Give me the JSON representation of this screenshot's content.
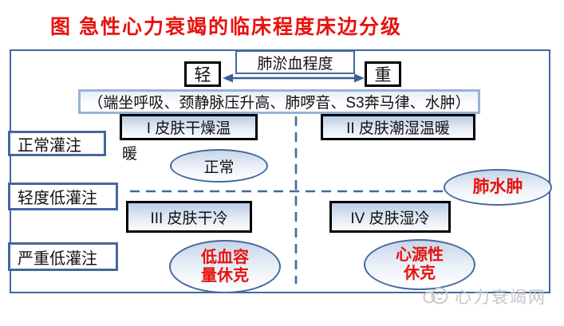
{
  "title": "图 急性心力衰竭的临床程度床边分级",
  "colors": {
    "accent_red": "#e8120e",
    "border_blue": "#44689d",
    "light_border_blue": "#95b3d7",
    "black_border": "#000000",
    "quadrant_fill_top": "#b9cde5",
    "watermark_gray": "#c7c7c7"
  },
  "severity_scale": {
    "label": "肺淤血程度",
    "left": "轻",
    "right": "重"
  },
  "signs": "（端坐呼吸、颈静脉压升高、肺啰音、S3奔马律、水肿）",
  "perfusion": {
    "normal": "正常灌注",
    "mild_low": "轻度低灌注",
    "severe_low": "严重低灌注"
  },
  "quadrants": {
    "q1": {
      "label": "I  皮肤干燥温",
      "overflow": "暖"
    },
    "q2": {
      "label": "II  皮肤潮湿温暖"
    },
    "q3": {
      "label": "III  皮肤干冷"
    },
    "q4": {
      "label": "IV  皮肤湿冷"
    }
  },
  "states": {
    "normal": "正常",
    "pulmonary_edema": "肺水肿",
    "hypovolemic_shock_line1": "低血容",
    "hypovolemic_shock_line2": "量休克",
    "cardiogenic_shock_line1": "心源性",
    "cardiogenic_shock_line2": "休克"
  },
  "watermark": {
    "text": "心力衰竭网"
  }
}
